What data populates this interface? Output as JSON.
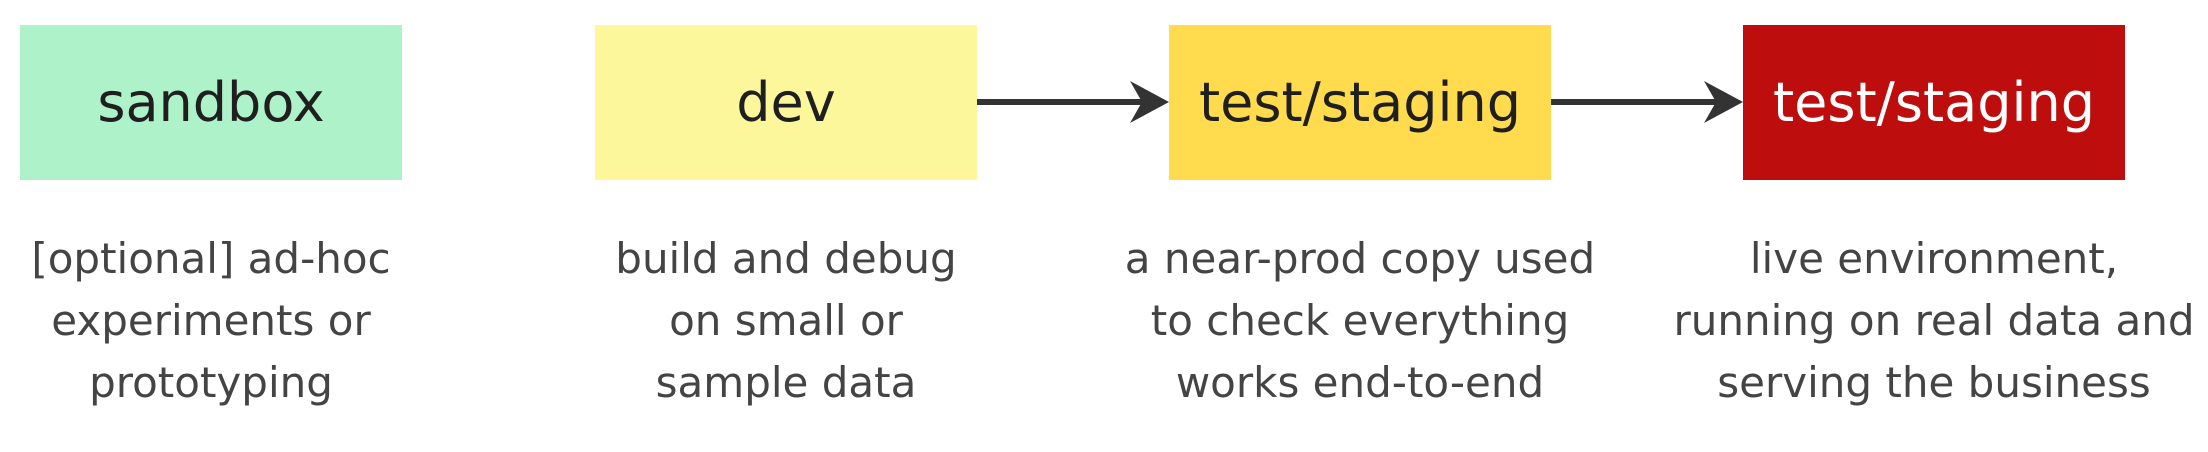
{
  "stages": [
    {
      "label": "sandbox",
      "bg": "#aef2c9",
      "text_color": "#1f1f1f",
      "description": [
        "[optional] ad-hoc",
        "experiments or",
        "prototyping"
      ]
    },
    {
      "label": "dev",
      "bg": "#fdf79c",
      "text_color": "#1f1f1f",
      "description": [
        "build and debug",
        "on small or",
        "sample data"
      ]
    },
    {
      "label": "test/staging",
      "bg": "#ffdb4d",
      "text_color": "#1f1f1f",
      "description": [
        "a near-prod copy used",
        "to check everything",
        "works end-to-end"
      ]
    },
    {
      "label": "test/staging",
      "bg": "#bd0d0d",
      "text_color": "#ffffff",
      "description": [
        "live environment,",
        "running on real data and",
        "serving the business"
      ]
    }
  ],
  "connectors": [
    {
      "from": "dev",
      "to": "test/staging"
    },
    {
      "from": "test/staging",
      "to": "test/staging"
    }
  ],
  "arrow_color": "#333333"
}
